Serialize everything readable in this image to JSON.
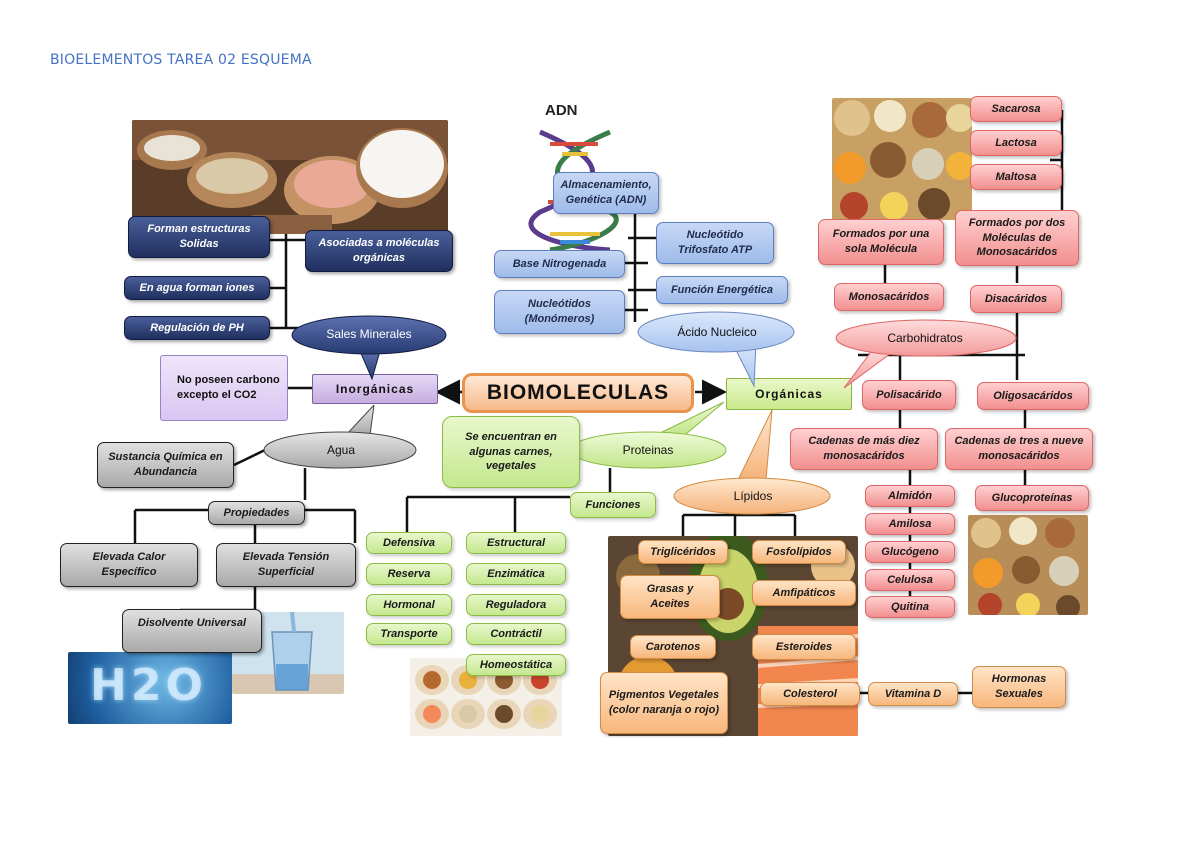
{
  "document": {
    "title": "BIOELEMENTOS  TAREA 02 ESQUEMA"
  },
  "colors": {
    "title_blue": "#4472c4",
    "inorganic_purple": "#c5addf",
    "organic_green": "#c9ea8c",
    "carbohydrate_pink": "#f28f8f",
    "lipid_orange": "#f7b77c",
    "dark_blue": "#1f2f5e",
    "gray": "#a9a9a9"
  },
  "center": {
    "label": "BIOMOLECULAS"
  },
  "inorganicas": {
    "label": "Inorgánicas",
    "scroll_note": "No poseen carbono excepto el CO2",
    "sales_minerales": {
      "label": "Sales Minerales",
      "items": [
        "Forman estructuras Solidas",
        "Asociadas a moléculas orgánicas",
        "En agua forman iones",
        "Regulación de PH"
      ]
    },
    "agua": {
      "label": "Agua",
      "sustancia": "Sustancia Química en Abundancia",
      "propiedades": "Propiedades",
      "calor": "Elevada Calor Específico",
      "tension": "Elevada Tensión Superficial",
      "disolvente": "Disolvente Universal"
    }
  },
  "organicas": {
    "label": "Orgánicas",
    "acido_nucleico": {
      "label": "Ácido Nucleico",
      "adn_label": "ADN",
      "almacenamiento": "Almacenamiento, Genética (ADN)",
      "atp": "Nucleótido Trifosfato ATP",
      "base": "Base Nitrogenada",
      "energetica": "Función Energética",
      "nucleotidos": "Nucleótidos (Monómeros)"
    },
    "proteinas": {
      "label": "Proteinas",
      "fuente": "Se encuentran en algunas carnes, vegetales",
      "funciones_label": "Funciones",
      "funciones_left": [
        "Defensiva",
        "Reserva",
        "Hormonal",
        "Transporte"
      ],
      "funciones_right": [
        "Estructural",
        "Enzimática",
        "Reguladora",
        "Contráctil",
        "Homeostática"
      ]
    },
    "lipidos": {
      "label": "Lípidos",
      "trigliceridos": "Triglicéridos",
      "grasas": "Grasas y Aceites",
      "carotenos": "Carotenos",
      "pigmentos": "Pigmentos Vegetales (color naranja o rojo)",
      "fosfolipidos": "Fosfolípidos",
      "anfipaticos": "Amfipáticos",
      "esteroides": "Esteroides",
      "colesterol": "Colesterol",
      "vitamina_d": "Vitamina D",
      "hormonas": "Hormonas Sexuales"
    },
    "carbohidratos": {
      "label": "Carbohidratos",
      "disacaridos_ej": [
        "Sacarosa",
        "Lactosa",
        "Maltosa"
      ],
      "formados_una": "Formados por una sola Molécula",
      "formados_dos": "Formados por dos Moléculas de Monosacáridos",
      "monosacaridos": "Monosacáridos",
      "disacaridos": "Disacáridos",
      "polisacarido": "Polisacárido",
      "oligosacaridos": "Oligosacáridos",
      "cadenas_diez": "Cadenas de más  diez monosacáridos",
      "cadenas_tres": "Cadenas de tres a nueve monosacáridos",
      "polisacaridos_ej": [
        "Almidón",
        "Amilosa",
        "Glucógeno",
        "Celulosa",
        "Quitina"
      ],
      "glucoproteinas": "Glucoproteínas"
    }
  },
  "images": {
    "h2o_text": "H2O"
  }
}
